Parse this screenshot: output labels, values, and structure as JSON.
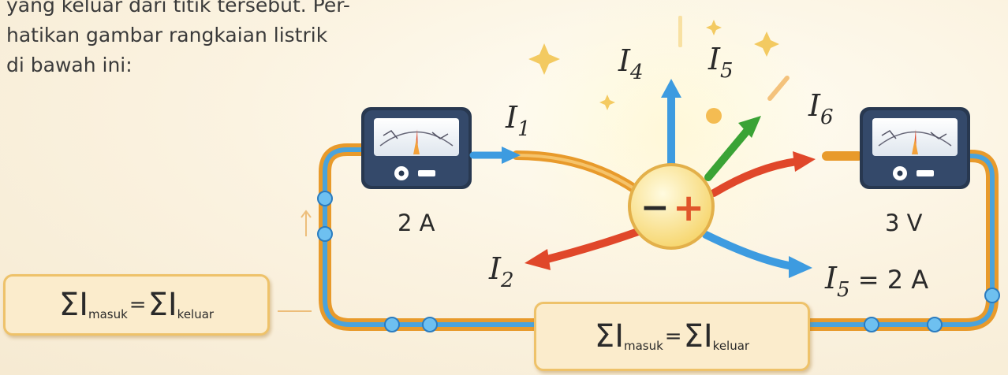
{
  "intro_lines": [
    "yang keluar dari titik tersebut. Per-",
    "hatikan gambar rangkaian listrik",
    "di bawah ini:"
  ],
  "currents": {
    "i1": "I1",
    "i2": "I2",
    "i4": "I4",
    "i5": "I5",
    "i6": "I6",
    "i5_value": "I5 = 2 A"
  },
  "ammeter": {
    "reading": "2 A"
  },
  "voltmeter": {
    "reading": "3 V"
  },
  "junction": {
    "minus": "−",
    "plus": "+"
  },
  "equation": {
    "sigma": "Σ",
    "I": "I",
    "in": "masuk",
    "equals": "=",
    "out": "keluar"
  },
  "colors": {
    "wire_outer": "#e89a2b",
    "wire_inner": "#4aa3dc",
    "arrow_blue": "#3d9be0",
    "arrow_green": "#3aa335",
    "arrow_red": "#e0472a",
    "meter_body": "#283850",
    "junction_fill": "#fbe89a"
  }
}
